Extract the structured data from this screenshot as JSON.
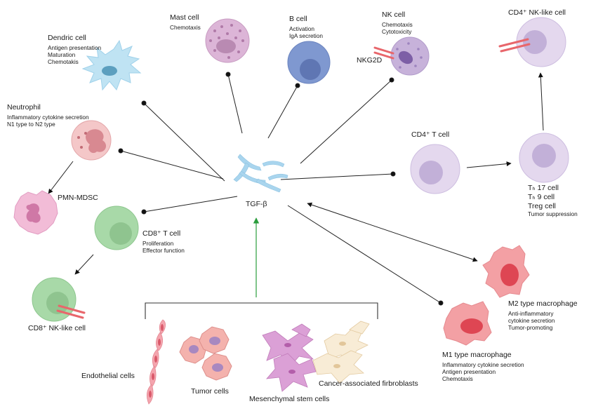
{
  "center": {
    "label": "TGF-β"
  },
  "cells": {
    "dendritic": {
      "name": "Dendric cell",
      "roles": [
        "Antigen presentation",
        "Maturation",
        "Chemotakis"
      ]
    },
    "mast": {
      "name": "Mast cell",
      "roles": [
        "Chemotaxis"
      ]
    },
    "bcell": {
      "name": "B cell",
      "roles": [
        "Activation",
        "IgA secretion"
      ]
    },
    "nk": {
      "name": "NK cell",
      "roles": [
        "Chemotaxis",
        "Cytotoxicity"
      ],
      "receptor": "NKG2D"
    },
    "cd4nk": {
      "name": "CD4⁺ NK-like cell"
    },
    "neutrophil": {
      "name": "Neutrophil",
      "roles": [
        "Inflammatory cytokine secretion",
        "N1 type to N2 type"
      ]
    },
    "pmn": {
      "name": "PMN-MDSC"
    },
    "cd4t": {
      "name": "CD4⁺ T cell"
    },
    "th": {
      "lines": [
        "Tₕ 17 cell",
        "Tₕ 9 cell",
        "Treg cell"
      ],
      "roles": [
        "Tumor suppression"
      ]
    },
    "cd8t": {
      "name": "CD8⁺ T cell",
      "roles": [
        "Proliferation",
        "Effector function"
      ]
    },
    "cd8nk": {
      "name": "CD8⁺ NK-like cell"
    },
    "m2": {
      "name": "M2 type macrophage",
      "roles": [
        "Anti-inflammatory",
        "cytokine secretion",
        "Tumor-promoting"
      ]
    },
    "m1": {
      "name": "M1 type macrophage",
      "roles": [
        "Inflammatory cytokine secretion",
        "Antigen presentation",
        "Chemotaxis"
      ]
    }
  },
  "sources": {
    "endothelial": "Endothelial cells",
    "tumor": "Tumor cells",
    "msc": "Mesenchymal stem cells",
    "caf": "Cancer-associated firbroblasts"
  },
  "colors": {
    "dendritic": "#bfe3f3",
    "mast": "#dcb5d7",
    "bcell": "#7f98d0",
    "nk": "#c7b2da",
    "lavender": "#e4d8ee",
    "neutrophil": "#f4c7c8",
    "pmn": "#f2bcd7",
    "cd8": "#a8d9a8",
    "macrophage": "#f3a0a4",
    "macrophage_nucleus": "#de4653",
    "receptor": "#e8666b",
    "tgf": "#a9d5ee",
    "stimulus_arrow": "#2a9d3c"
  }
}
